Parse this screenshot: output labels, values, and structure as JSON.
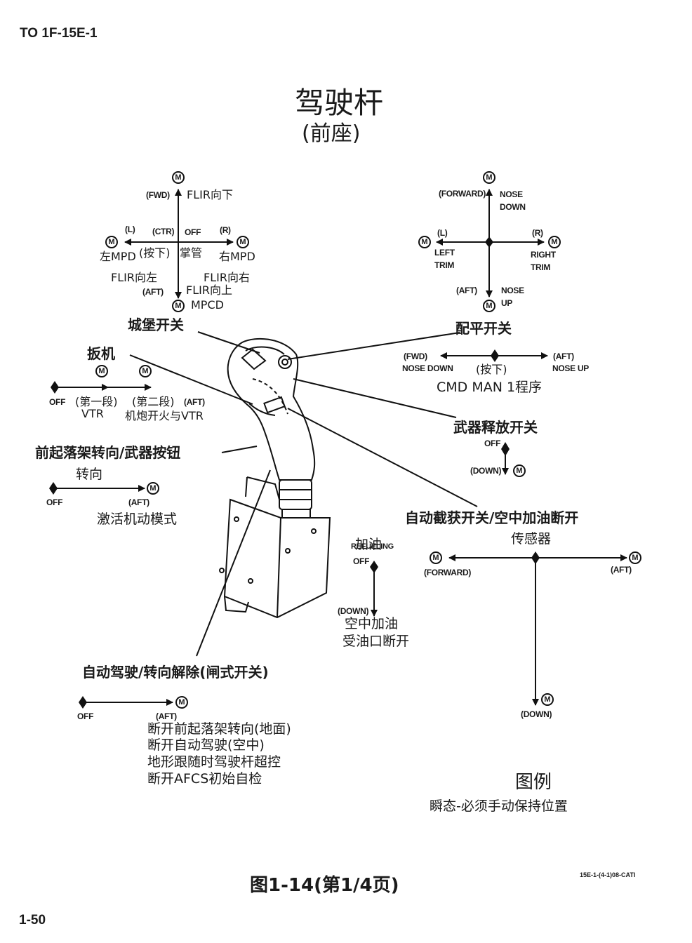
{
  "header": {
    "doc_id": "TO 1F-15E-1"
  },
  "title": {
    "main": "驾驶杆",
    "sub": "(前座)"
  },
  "m_symbol": "M",
  "castle": {
    "name": "城堡开关",
    "fwd": "(FWD)",
    "fwd_desc": "FLIR向下",
    "left": "(L)",
    "ctr": "(CTR)",
    "off": "OFF",
    "right": "(R)",
    "left_desc": "左MPD",
    "press": "(按下)",
    "control": "掌管",
    "right_desc": "右MPD",
    "flir_left": "FLIR向左",
    "flir_right": "FLIR向右",
    "aft": "(AFT)",
    "aft_desc": "FLIR向上",
    "aft_desc2": "MPCD"
  },
  "trim": {
    "name": "配平开关",
    "forward": "(FORWARD)",
    "nose_down_1": "NOSE",
    "nose_down_2": "DOWN",
    "left": "(L)",
    "left_trim_1": "LEFT",
    "left_trim_2": "TRIM",
    "right": "(R)",
    "right_trim_1": "RIGHT",
    "right_trim_2": "TRIM",
    "aft": "(AFT)",
    "nose_up_1": "NOSE",
    "nose_up_2": "UP"
  },
  "trigger": {
    "name": "扳机",
    "off": "OFF",
    "first": "(第一段)",
    "second": "(第二段)",
    "aft": "(AFT)",
    "first_desc": "VTR",
    "second_desc": "机炮开火与VTR"
  },
  "cmd": {
    "fwd": "(FWD)",
    "fwd_desc": "NOSE DOWN",
    "press": "(按下)",
    "aft": "(AFT)",
    "aft_desc": "NOSE UP",
    "desc": "CMD MAN 1程序"
  },
  "weapon_release": {
    "name": "武器释放开关",
    "off": "OFF",
    "down": "(DOWN)"
  },
  "nws": {
    "name": "前起落架转向/武器按钮",
    "sub": "转向",
    "off": "OFF",
    "aft": "(AFT)",
    "desc": "激活机动模式"
  },
  "autoacq": {
    "name": "自动截获开关/空中加油断开",
    "sub": "传感器",
    "forward": "(FORWARD)",
    "aft": "(AFT)",
    "down": "(DOWN)"
  },
  "refuel": {
    "label_en": "REFUELING",
    "label_cn": "加油",
    "off": "OFF",
    "down": "(DOWN)",
    "desc1": "空中加油",
    "desc2": "受油口断开"
  },
  "paddle": {
    "name": "自动驾驶/转向解除(闸式开关)",
    "off": "OFF",
    "aft": "(AFT)",
    "desc": [
      "断开前起落架转向(地面)",
      "断开自动驾驶(空中)",
      "地形跟随时驾驶杆超控",
      "断开AFCS初始自检"
    ]
  },
  "legend": {
    "title": "图例",
    "desc": "瞬态-必须手动保持位置"
  },
  "figure": {
    "caption": "图1-14(第1/4页)",
    "code": "15E-1-(4-1)08-CATI"
  },
  "footer": {
    "page": "1-50"
  }
}
